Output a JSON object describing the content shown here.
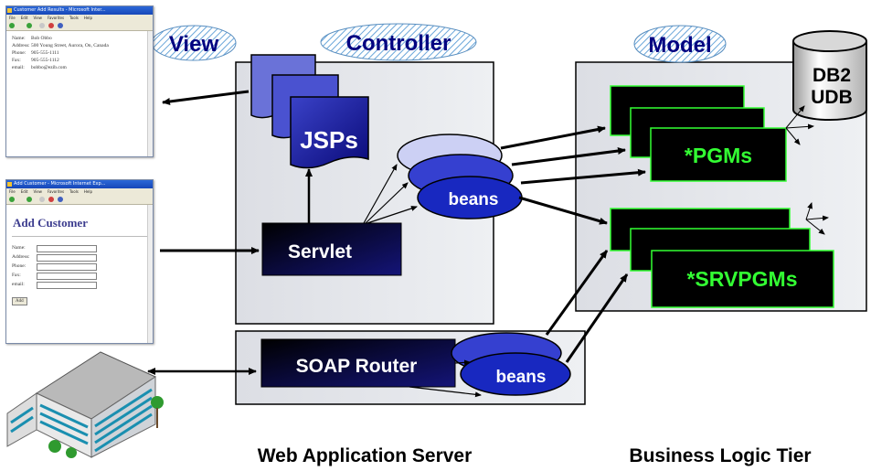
{
  "labels": {
    "view": "View",
    "controller": "Controller",
    "model": "Model",
    "db_line1": "DB2",
    "db_line2": "UDB",
    "jsps": "JSPs",
    "servlet": "Servlet",
    "beans_top": "beans",
    "beans_bottom": "beans",
    "soap_router": "SOAP Router",
    "pgms": "*PGMs",
    "srvpgms": "*SRVPGMs",
    "web_app_server": "Web Application Server",
    "business_logic_tier": "Business Logic Tier"
  },
  "browser_results": {
    "title": "Customer Add Results - Microsoft Inter...",
    "menu": [
      "File",
      "Edit",
      "View",
      "Favorites",
      "Tools",
      "Help"
    ],
    "rows": [
      {
        "k": "Name:",
        "v": "Bob Obbo"
      },
      {
        "k": "Address:",
        "v": "500 Young Street, Aurora, On, Canada"
      },
      {
        "k": "Phone:",
        "v": "905-555-1111"
      },
      {
        "k": "Fax:",
        "v": "905-555-1112"
      },
      {
        "k": "email:",
        "v": "bobbo@ezib.com"
      }
    ]
  },
  "browser_add": {
    "title": "Add Customer - Microsoft Internet Exp...",
    "menu": [
      "File",
      "Edit",
      "View",
      "Favorites",
      "Tools",
      "Help"
    ],
    "heading": "Add Customer",
    "fields": [
      "Name:",
      "Address:",
      "Phone:",
      "Fax:",
      "email:"
    ],
    "button": "Add"
  },
  "colors": {
    "navy": "#0a0a5c",
    "oval_blue": "#1e2fc8",
    "bean_lavender": "#c8cdf4",
    "pgm_green": "#33ff33",
    "panel_gray": "#e4e6ea",
    "label_hatch": "#6aa6d9"
  },
  "icons": [
    "building-icon",
    "database-cylinder-icon"
  ]
}
